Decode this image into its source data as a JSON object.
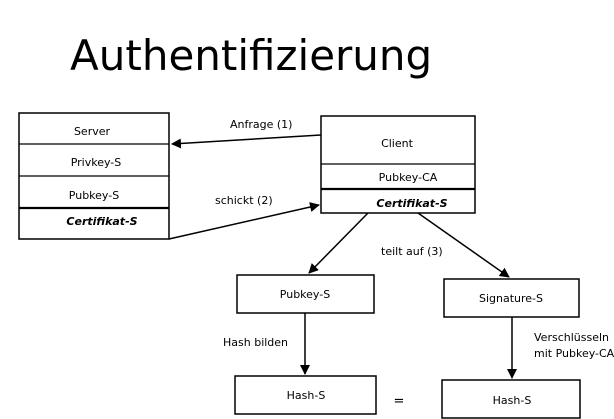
{
  "title": "Authentifizierung",
  "server": {
    "label": "Server",
    "privkey": "Privkey-S",
    "pubkey": "Pubkey-S",
    "certificate": "Certifikat-S"
  },
  "client": {
    "label": "Client",
    "pubkey_ca": "Pubkey-CA",
    "certificate": "Certifikat-S"
  },
  "edges": {
    "request": "Anfrage (1)",
    "sends": "schickt (2)",
    "splits": "teilt auf (3)",
    "hash": "Hash bilden",
    "decrypt_line1": "Verschlüsseln",
    "decrypt_line2": "mit Pubkey-CA"
  },
  "parts": {
    "pubkey": "Pubkey-S",
    "signature": "Signature-S",
    "hash_left": "Hash-S",
    "hash_right": "Hash-S",
    "equals": "="
  }
}
